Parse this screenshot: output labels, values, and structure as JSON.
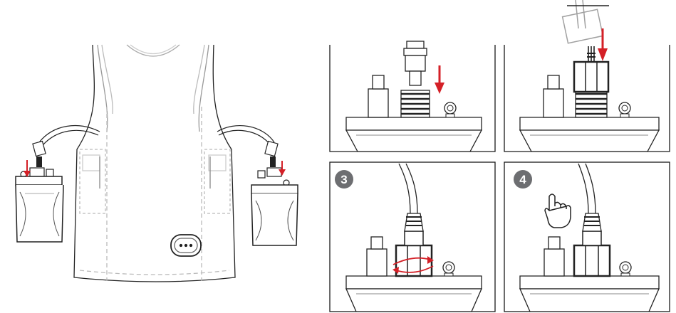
{
  "figure": {
    "panels": [
      {
        "id": "step-1",
        "number": ""
      },
      {
        "id": "step-2",
        "number": ""
      },
      {
        "id": "step-3",
        "number": "3"
      },
      {
        "id": "step-4",
        "number": "4"
      }
    ],
    "colors": {
      "line": "#1a1a1a",
      "light_line": "#9a9a9a",
      "dashed": "#b5b5b5",
      "arrow_red": "#d42027",
      "badge_gray": "#6d6e71",
      "badge_text": "#ffffff"
    },
    "icons": [
      "shirt-icon",
      "sensor-device-icon",
      "cable-icon",
      "red-arrow-icon",
      "hand-pointer-icon",
      "connector-icon"
    ]
  }
}
